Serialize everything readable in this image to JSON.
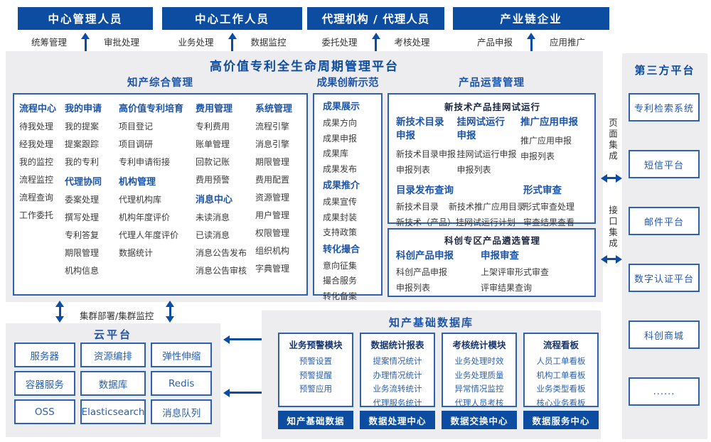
{
  "colors": {
    "primary_blue": "#0c4da2",
    "border_blue": "#2e62ae",
    "header_text_blue": "#1d55a8",
    "panel_grey": "#ededef",
    "item_grey": "#3b3b3b",
    "navy_header": "#16366e"
  },
  "roles": [
    {
      "title": "中心管理人员",
      "left": "统筹管理",
      "right": "审批处理"
    },
    {
      "title": "中心工作人员",
      "left": "业务处理",
      "right": "数据监控"
    },
    {
      "title": "代理机构 / 代理人员",
      "left": "委托处理",
      "right": "考核处理"
    },
    {
      "title": "产业链企业",
      "left": "产品申报",
      "right": "应用推广"
    }
  ],
  "platform_title": "高价值专利全生命周期管理平台",
  "s1": {
    "title": "知产综合管理",
    "columns": [
      {
        "blocks": [
          {
            "header": "流程中心",
            "items": [
              "待我处理",
              "经我处理",
              "我的监控",
              "流程监控",
              "流程查询",
              "工作委托"
            ]
          }
        ]
      },
      {
        "blocks": [
          {
            "header": "我的申请",
            "items": [
              "我的提案",
              "提案跟踪",
              "我的专利"
            ]
          },
          {
            "header": "代理协同",
            "items": [
              "委案处理",
              "撰写处理",
              "专利答复",
              "期限管理",
              "机构信息"
            ]
          }
        ]
      },
      {
        "blocks": [
          {
            "header": "高价值专利培育",
            "items": [
              "项目登记",
              "项目调研",
              "专利申请衔接"
            ]
          },
          {
            "header": "机构管理",
            "items": [
              "代理机构库",
              "机构年度评价",
              "代理人年度评价",
              "数据统计"
            ]
          }
        ]
      },
      {
        "blocks": [
          {
            "header": "费用管理",
            "items": [
              "专利费用",
              "账单管理",
              "回款记账",
              "费用预警"
            ]
          },
          {
            "header": "消息中心",
            "items": [
              "未读消息",
              "已读消息",
              "消息公告发布",
              "消息公告审核"
            ]
          }
        ]
      },
      {
        "blocks": [
          {
            "header": "系统管理",
            "items": [
              "流程引擎",
              "消息引擎",
              "期限管理",
              "费用配置",
              "资源管理",
              "用户管理",
              "权限管理",
              "组织机构",
              "字典管理"
            ]
          }
        ]
      }
    ]
  },
  "s2": {
    "title": "成果创新示范",
    "blocks": [
      {
        "header": "成果展示",
        "items": [
          "成果方向",
          "成果申报",
          "成果库",
          "成果发布"
        ]
      },
      {
        "header": "成果推介",
        "items": [
          "成果宣传",
          "成果封装",
          "支持政策"
        ]
      },
      {
        "header": "转化撮合",
        "items": [
          "意向征集",
          "撮合服务",
          "转化备案"
        ]
      }
    ]
  },
  "s3": {
    "title": "产品运营管理",
    "sub1": {
      "title": "新技术产品挂网试运行",
      "row1": [
        {
          "header": "新技术目录申报",
          "items": [
            "新技术目录申报",
            "申报列表"
          ]
        },
        {
          "header": "挂网试运行申报",
          "items": [
            "挂网试运行申报",
            "申报列表"
          ]
        },
        {
          "header": "推广应用申报",
          "items": [
            "推广应用申报",
            "申报列表"
          ]
        }
      ],
      "row2": [
        {
          "header": "目录发布查询",
          "items": [
            "新技术目录",
            "新技术推广应用目录",
            "新技术（产品）挂网试运行计划"
          ]
        },
        {
          "header": "形式审查",
          "items": [
            "形式审查处理",
            "审查结果查看"
          ]
        }
      ]
    },
    "sub2": {
      "title": "科创专区产品遴选管理",
      "cols": [
        {
          "header": "科创产品申报",
          "items": [
            "科创产品申报",
            "申报列表"
          ]
        },
        {
          "header": "申报审查",
          "items": [
            "上架评审形式审查",
            "评审结果查询"
          ]
        }
      ]
    }
  },
  "integration": {
    "page_label": "页面集成",
    "api_label": "接口集成"
  },
  "third_party": {
    "title": "第三方平台",
    "systems": [
      "专利检索系统",
      "短信平台",
      "邮件平台",
      "数字认证平台",
      "科创商城",
      "......"
    ]
  },
  "cluster_label": "集群部署/集群监控",
  "cloud": {
    "title": "云平台",
    "services": [
      "服务器",
      "资源编排",
      "弹性伸缩",
      "容器服务",
      "数据库",
      "Redis",
      "OSS",
      "Elasticsearch",
      "消息队列"
    ]
  },
  "db": {
    "title": "知产基础数据库",
    "modules": [
      {
        "header": "业务预警模块",
        "items": [
          "预警设置",
          "预警提醒",
          "预警应用"
        ],
        "bar": "知产基础数据"
      },
      {
        "header": "数据统计报表",
        "items": [
          "提案情况统计",
          "办理情况统计",
          "业务流转统计",
          "代理服务统计"
        ],
        "bar": "数据处理中心"
      },
      {
        "header": "考核统计模块",
        "items": [
          "业务处理时效",
          "业务处理质量",
          "异常情况监控",
          "代理人员考核"
        ],
        "bar": "数据交换中心"
      },
      {
        "header": "流程看板",
        "items": [
          "人员工单看板",
          "机构工单看板",
          "业务类型看板",
          "核心业务看板"
        ],
        "bar": "数据服务中心"
      }
    ]
  }
}
